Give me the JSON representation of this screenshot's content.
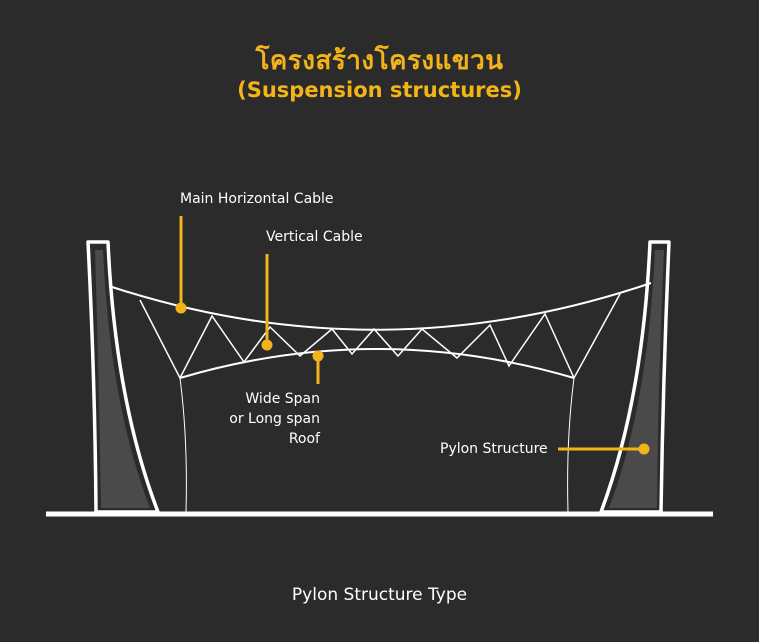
{
  "title": {
    "thai": "โครงสร้างโครงแขวน",
    "english": "(Suspension structures)"
  },
  "labels": {
    "main_cable": "Main Horizontal Cable",
    "vertical_cable": "Vertical Cable",
    "wide_span_line1": "Wide Span",
    "wide_span_line2": "or Long span",
    "wide_span_line3": "Roof",
    "pylon": "Pylon Structure"
  },
  "caption": "Pylon Structure Type",
  "colors": {
    "background": "#2b2b2b",
    "accent": "#f2b418",
    "line": "#ffffff",
    "pylon_fill": "#4a4a4a"
  }
}
